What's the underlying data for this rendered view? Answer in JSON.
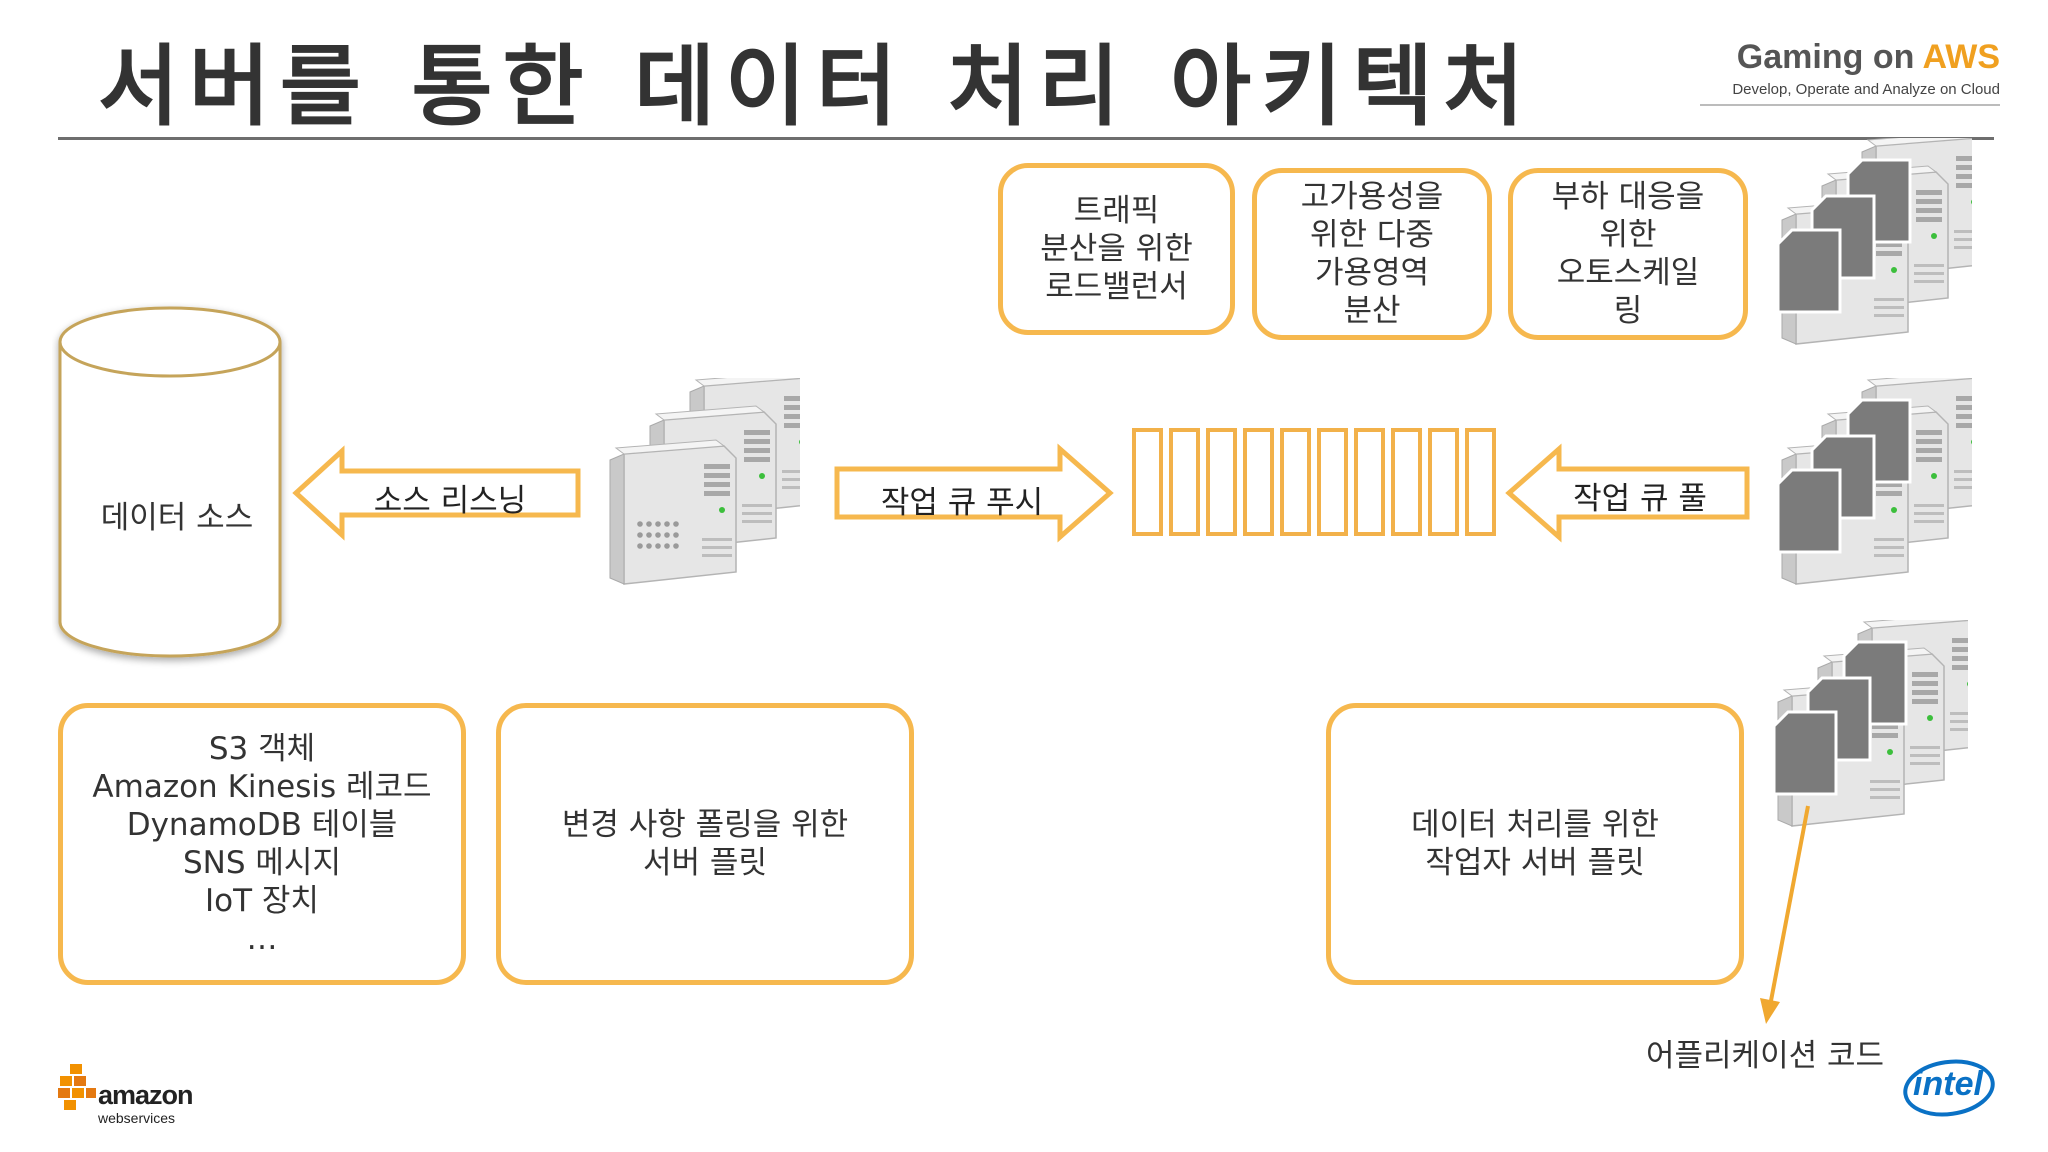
{
  "title": "서버를 통한 데이터 처리 아키텍처",
  "brand": {
    "name_prefix": "Gaming on ",
    "name_accent": "AWS",
    "tagline": "Develop, Operate and Analyze on Cloud"
  },
  "boxes": {
    "load_balancer": "트래픽\n분산을 위한\n로드밸런서",
    "multi_az": "고가용성을\n위한 다중\n가용영역\n분산",
    "autoscaling": "부하 대응을\n위한\n오토스케일\n링",
    "sources": "S3 객체\nAmazon Kinesis 레코드\nDynamoDB 테이블\nSNS 메시지\nIoT 장치\n…",
    "polling_fleet": "변경 사항 폴링을 위한\n서버 플릿",
    "worker_fleet": "데이터 처리를 위한\n작업자 서버 플릿"
  },
  "datasource_label": "데이터 소스",
  "arrows": {
    "source_listening": "소스 리스닝",
    "queue_push": "작업 큐 푸시",
    "queue_pull": "작업 큐 풀"
  },
  "app_code_label": "어플리케이션 코드",
  "footer": {
    "aws_logo_text": "amazon",
    "aws_logo_sub": "webservices",
    "intel_logo_text": "intel"
  },
  "colors": {
    "accent_orange": "#f6b84e",
    "queue_orange": "#f2b14a",
    "app_arrow": "#f0a830",
    "intel_blue": "#0a71c5"
  }
}
